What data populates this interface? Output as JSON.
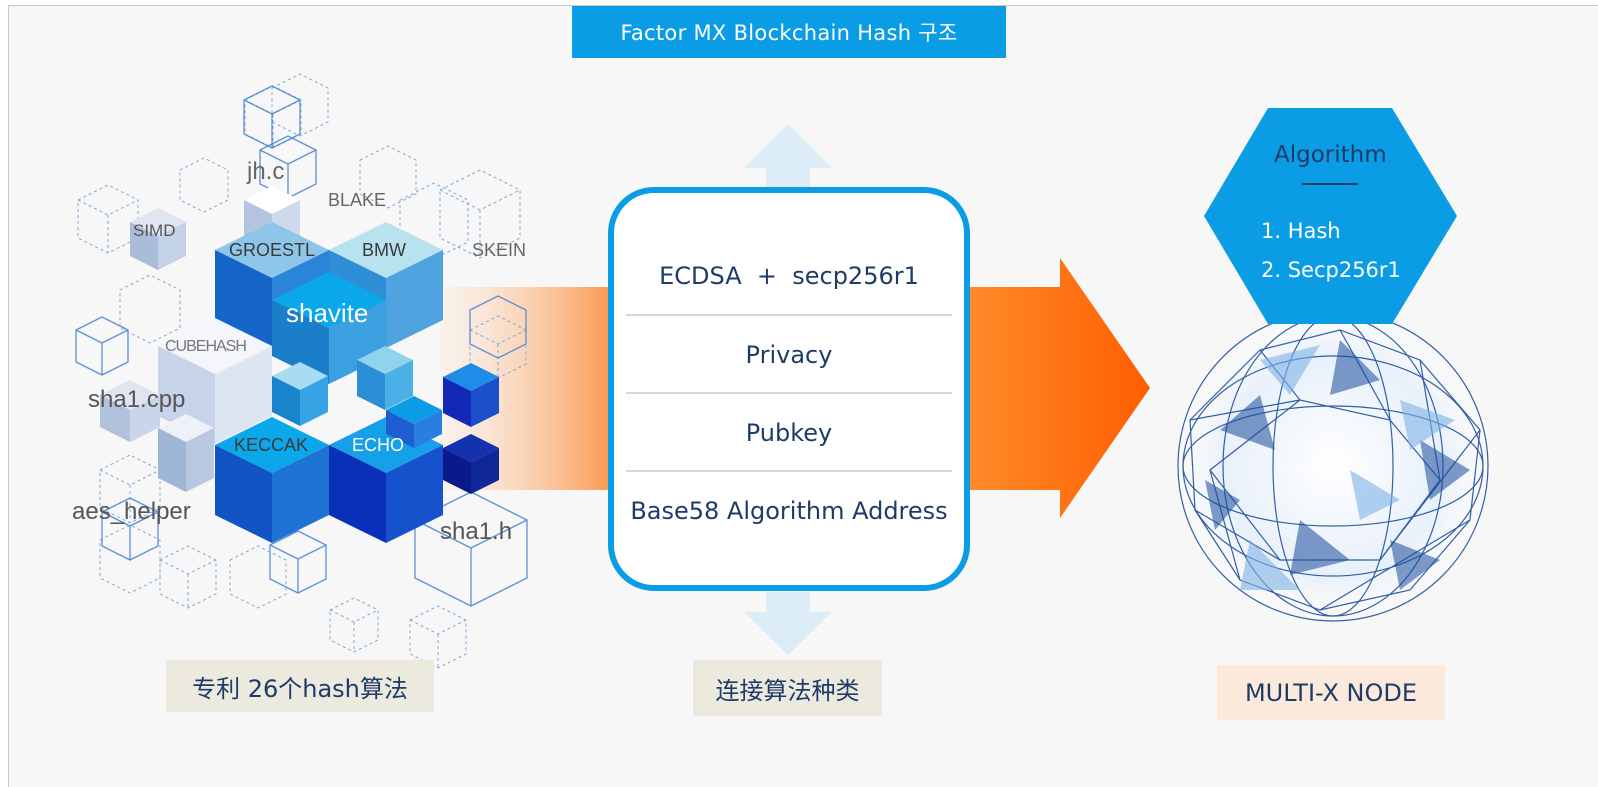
{
  "title": "Factor MX Blockchain Hash 구조",
  "hash_labels": [
    "jh.c",
    "BLAKE",
    "SIMD",
    "GROESTL",
    "BMW",
    "SKEIN",
    "shavite",
    "CUBEHASH",
    "sha1.cpp",
    "KECCAK",
    "ECHO",
    "aes_helper",
    "sha1.h"
  ],
  "algorithm_box": {
    "rows": [
      "ECDSA  +  secp256r1",
      "Privacy",
      "Pubkey",
      "Base58 Algorithm Address"
    ]
  },
  "hexagon": {
    "title": "Algorithm",
    "items": [
      "1. Hash",
      "2. Secp256r1"
    ]
  },
  "captions": {
    "left": "专利 26个hash算法",
    "center": "连接算法种类",
    "right": "MULTI-X NODE"
  },
  "colors": {
    "banner_blue": "#0a9de6",
    "orange_arrow": "#ff6a10",
    "caption_beige": "#ece9df",
    "caption_peach": "#fbe9dc",
    "text_navy": "#1f3b68"
  }
}
